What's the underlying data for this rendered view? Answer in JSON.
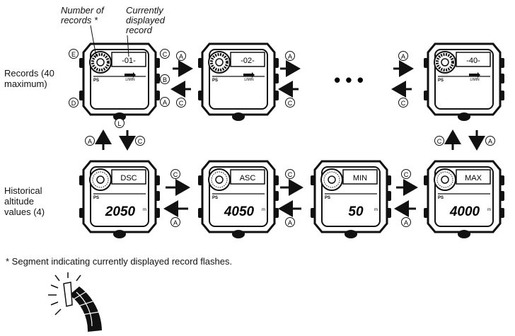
{
  "annotations": {
    "number_of_records": "Number of records *",
    "currently_displayed_record": "Currently displayed record"
  },
  "row_labels": {
    "records": "Records (40 maximum)",
    "historical": "Historical altitude values (4)"
  },
  "footnote": "* Segment indicating currently displayed record flashes.",
  "dots": "• • •",
  "button_letters": {
    "A": "A",
    "B": "B",
    "C": "C",
    "D": "D",
    "E": "E",
    "L": "L"
  },
  "records_watches": [
    {
      "top": "-01-",
      "sub": "LIMIN",
      "ps": "PS"
    },
    {
      "top": "-02-",
      "sub": "LIMIN",
      "ps": "PS"
    },
    {
      "top": "-40-",
      "sub": "LIMIN",
      "ps": "PS"
    }
  ],
  "history_watches": [
    {
      "top": "DSC",
      "value": "2050",
      "unit": "m",
      "ps": "PS"
    },
    {
      "top": "ASC",
      "value": "4050",
      "unit": "m",
      "ps": "PS"
    },
    {
      "top": "MIN",
      "value": "50",
      "unit": "m",
      "ps": "PS"
    },
    {
      "top": "MAX",
      "value": "4000",
      "unit": "m",
      "ps": "PS"
    }
  ],
  "colors": {
    "ink": "#111111",
    "paper": "#ffffff"
  }
}
